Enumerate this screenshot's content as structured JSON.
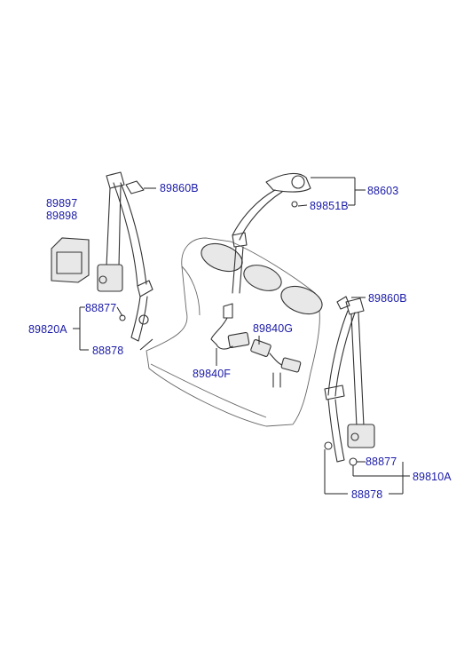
{
  "parts": {
    "p89897": "89897",
    "p89898": "89898",
    "p89860B_left": "89860B",
    "p88877_left": "88877",
    "p89820A": "89820A",
    "p88878_left": "88878",
    "p88603": "88603",
    "p89851B": "89851B",
    "p89840G": "89840G",
    "p89840F": "89840F",
    "p89860B_right": "89860B",
    "p88877_right": "88877",
    "p89810A": "89810A",
    "p88878_right": "88878"
  },
  "colors": {
    "label": "#1a1aa8",
    "line": "#333333"
  }
}
